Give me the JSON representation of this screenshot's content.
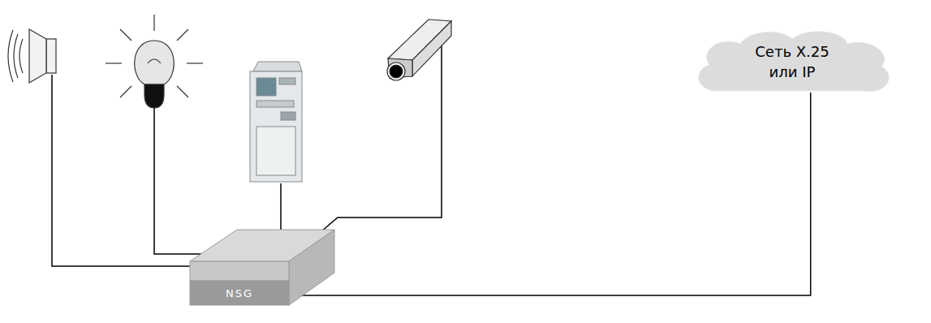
{
  "diagram": {
    "nodes": [
      {
        "text": [
          "Сеть X.25 или IP"
        ]
      },
      {
        "text": [
          "NSG"
        ]
      }
    ],
    "edges": [
      {
        "from": 1,
        "to": 0,
        "arrow": "none"
      }
    ]
  }
}
